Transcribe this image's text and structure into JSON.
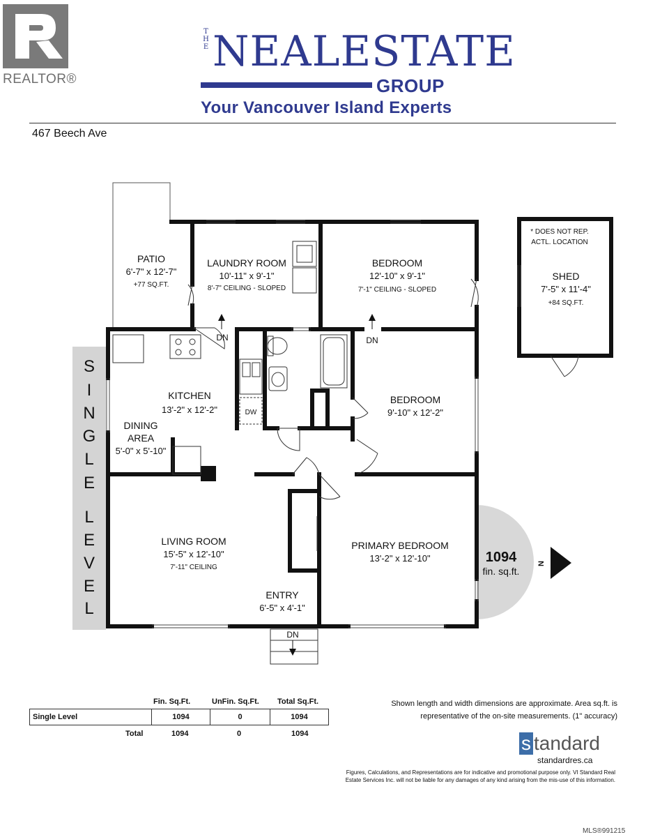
{
  "header": {
    "realtor_label": "REALTOR®",
    "brand_the": "THE",
    "brand_name": "NEALESTATE",
    "brand_group": "GROUP",
    "brand_tagline": "Your Vancouver Island Experts",
    "address": "467 Beech Ave"
  },
  "plan": {
    "side_label": [
      "S",
      "I",
      "N",
      "G",
      "L",
      "E",
      "L",
      "E",
      "V",
      "E",
      "L"
    ],
    "rooms": {
      "patio": {
        "name": "PATIO",
        "dims": "6'-7\" x 12'-7\"",
        "extra": "+77 SQ.FT."
      },
      "laundry": {
        "name": "LAUNDRY ROOM",
        "dims": "10'-11\" x 9'-1\"",
        "extra": "8'-7\" CEILING - SLOPED"
      },
      "bedroom_top": {
        "name": "BEDROOM",
        "dims": "12'-10\" x 9'-1\"",
        "extra": "7'-1\" CEILING - SLOPED"
      },
      "kitchen": {
        "name": "KITCHEN",
        "dims": "13'-2\" x 12'-2\""
      },
      "dining": {
        "name1": "DINING",
        "name2": "AREA",
        "dims": "5'-0\" x 5'-10\""
      },
      "bedroom_mid": {
        "name": "BEDROOM",
        "dims": "9'-10\" x 12'-2\""
      },
      "living": {
        "name": "LIVING ROOM",
        "dims": "15'-5\" x 12'-10\"",
        "extra": "7'-11\" CEILING"
      },
      "primary": {
        "name": "PRIMARY BEDROOM",
        "dims": "13'-2\" x 12'-10\""
      },
      "entry": {
        "name": "ENTRY",
        "dims": "6'-5\" x 4'-1\""
      },
      "shed": {
        "name": "SHED",
        "dims": "7'-5\" x 11'-4\"",
        "extra": "+84 SQ.FT.",
        "note1": "* DOES NOT REP.",
        "note2": "ACTL. LOCATION"
      }
    },
    "dn": "DN",
    "dw": "DW",
    "area_value": "1094",
    "area_unit": "fin. sq.ft.",
    "north": "N"
  },
  "table": {
    "headers": [
      "Fin. Sq.Ft.",
      "UnFin. Sq.Ft.",
      "Total Sq.Ft."
    ],
    "row_label": "Single Level",
    "row_values": [
      "1094",
      "0",
      "1094"
    ],
    "total_label": "Total",
    "total_values": [
      "1094",
      "0",
      "1094"
    ]
  },
  "footer": {
    "disclaimer": "Shown length and width dimensions are approximate. Area sq.ft. is representative of the on-site measurements. (1\" accuracy)",
    "logo_s": "s",
    "logo_rest": "tandard",
    "url": "standardres.ca",
    "fine_print": "Figures, Calculations, and Representations are for indicative and promotional purpose only. VI Standard Real Estate Services Inc. will not be liable for any damages of any kind arising from the mis-use of this information.",
    "mls": "MLS®991215"
  },
  "colors": {
    "brand": "#2f3a8f",
    "realtor_grey": "#7a7a7a",
    "compass_grey": "#d8d8d8",
    "logo_blue": "#3d6ea8"
  }
}
